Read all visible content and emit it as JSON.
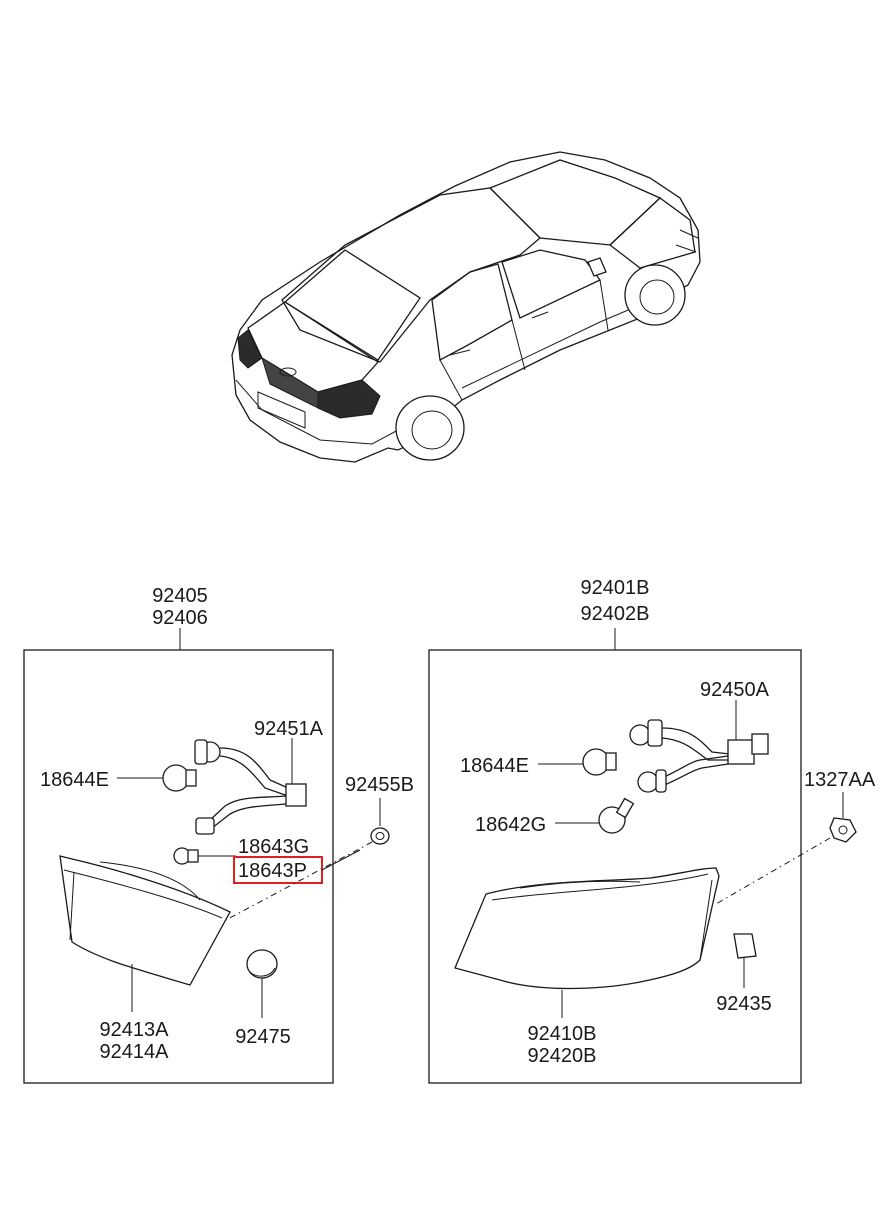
{
  "labels": {
    "left_assembly_1": "92405",
    "left_assembly_2": "92406",
    "left_socket_wiring": "92451A",
    "left_bulb_large": "18644E",
    "left_bulb_small_1": "18643G",
    "left_bulb_small_2": "18643P",
    "left_grommet": "92455B",
    "left_lens_1": "92413A",
    "left_lens_2": "92414A",
    "left_cap": "92475",
    "right_assembly_1": "92401B",
    "right_assembly_2": "92402B",
    "right_socket_wiring": "92450A",
    "right_bulb_large": "18644E",
    "right_bulb_small": "18642G",
    "right_grommet": "1327AA",
    "right_lens_1": "92410B",
    "right_lens_2": "92420B",
    "right_pad": "92435"
  },
  "highlight": {
    "label": "18643P",
    "color": "#e02020"
  }
}
